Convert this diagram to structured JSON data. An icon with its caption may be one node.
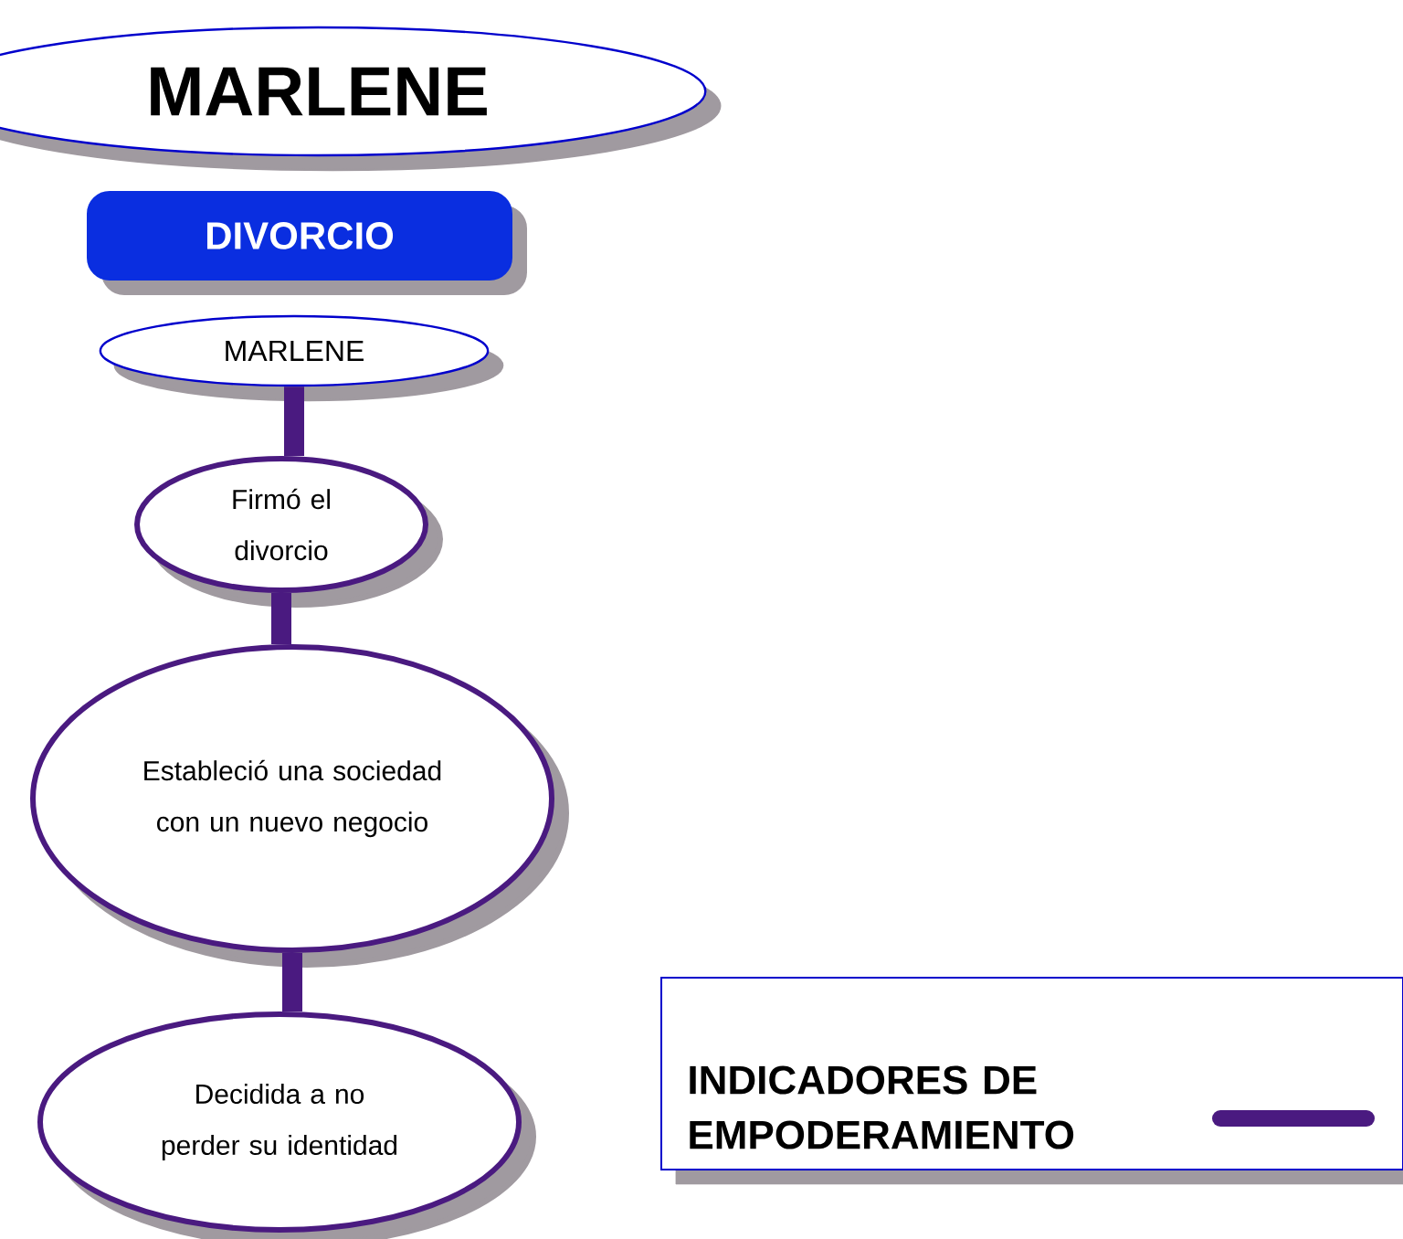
{
  "diagram": {
    "nodes": [
      {
        "text": [
          "MARLENE"
        ]
      },
      {
        "text": [
          "DIVORCIO"
        ]
      },
      {
        "text": [
          "MARLENE"
        ]
      },
      {
        "text": [
          "Firmó el divorcio"
        ]
      },
      {
        "text": [
          "Estableció una sociedad con un nuevo negocio"
        ]
      },
      {
        "text": [
          "Decidida a no perder su identidad"
        ]
      }
    ],
    "edges": [
      {
        "from": 2,
        "to": 3,
        "arrow": "none"
      },
      {
        "from": 3,
        "to": 4,
        "arrow": "none"
      },
      {
        "from": 4,
        "to": 5,
        "arrow": "none"
      }
    ],
    "legend": [
      {
        "text": "INDICADORES DE EMPODERAMIENTO"
      }
    ]
  }
}
